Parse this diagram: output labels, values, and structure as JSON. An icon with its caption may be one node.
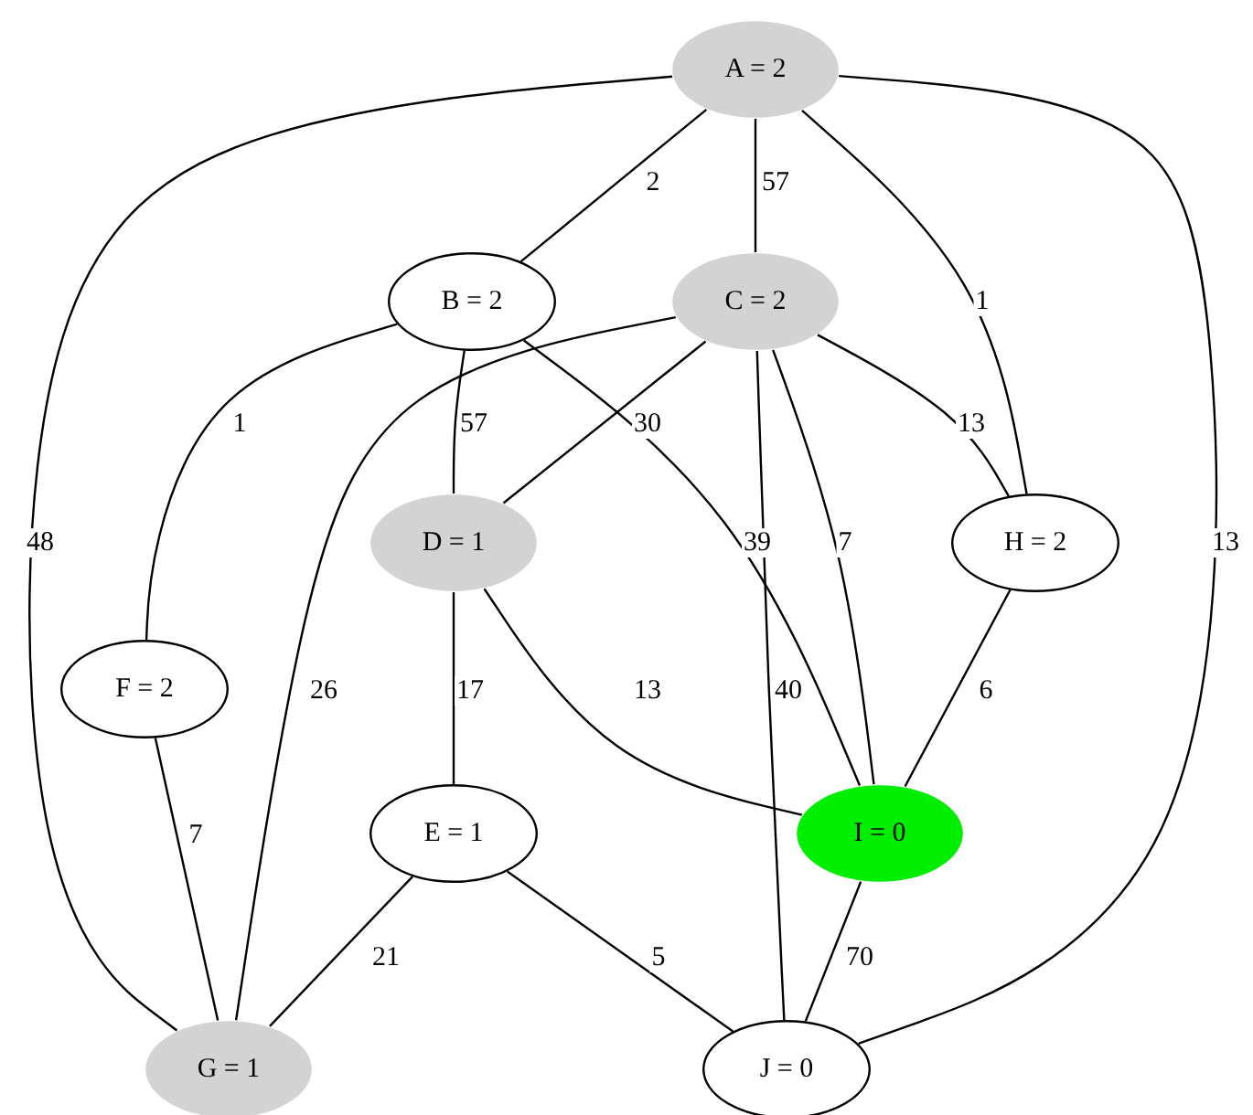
{
  "diagram": {
    "nodes": [
      {
        "text": [
          "A = 2"
        ]
      },
      {
        "text": [
          "B = 2"
        ]
      },
      {
        "text": [
          "C = 2"
        ]
      },
      {
        "text": [
          "D = 1"
        ]
      },
      {
        "text": [
          "H = 2"
        ]
      },
      {
        "text": [
          "F = 2"
        ]
      },
      {
        "text": [
          "E = 1"
        ]
      },
      {
        "text": [
          "I = 0"
        ]
      },
      {
        "text": [
          "G = 1"
        ]
      },
      {
        "text": [
          "J = 0"
        ]
      }
    ],
    "edges": [
      {
        "from": 0,
        "to": 1,
        "arrow": "none",
        "label": "2"
      },
      {
        "from": 0,
        "to": 2,
        "arrow": "none",
        "label": "57"
      },
      {
        "from": 0,
        "to": 4,
        "arrow": "none",
        "label": "1"
      },
      {
        "from": 0,
        "to": 8,
        "arrow": "none",
        "label": "48"
      },
      {
        "from": 0,
        "to": 9,
        "arrow": "none",
        "label": "13"
      },
      {
        "from": 1,
        "to": 5,
        "arrow": "none",
        "label": "1"
      },
      {
        "from": 1,
        "to": 3,
        "arrow": "none",
        "label": "57"
      },
      {
        "from": 1,
        "to": 7,
        "arrow": "none",
        "label": "39"
      },
      {
        "from": 2,
        "to": 8,
        "arrow": "none",
        "label": "26"
      },
      {
        "from": 2,
        "to": 3,
        "arrow": "none",
        "label": "30"
      },
      {
        "from": 2,
        "to": 4,
        "arrow": "none",
        "label": "13"
      },
      {
        "from": 2,
        "to": 9,
        "arrow": "none",
        "label": "40"
      },
      {
        "from": 2,
        "to": 7,
        "arrow": "none",
        "label": "7"
      },
      {
        "from": 3,
        "to": 6,
        "arrow": "none",
        "label": "17"
      },
      {
        "from": 3,
        "to": 7,
        "arrow": "none",
        "label": "13"
      },
      {
        "from": 4,
        "to": 7,
        "arrow": "none",
        "label": "6"
      },
      {
        "from": 5,
        "to": 8,
        "arrow": "none",
        "label": "7"
      },
      {
        "from": 6,
        "to": 8,
        "arrow": "none",
        "label": "21"
      },
      {
        "from": 6,
        "to": 9,
        "arrow": "none",
        "label": "5"
      },
      {
        "from": 7,
        "to": 9,
        "arrow": "none",
        "label": "70"
      }
    ]
  }
}
